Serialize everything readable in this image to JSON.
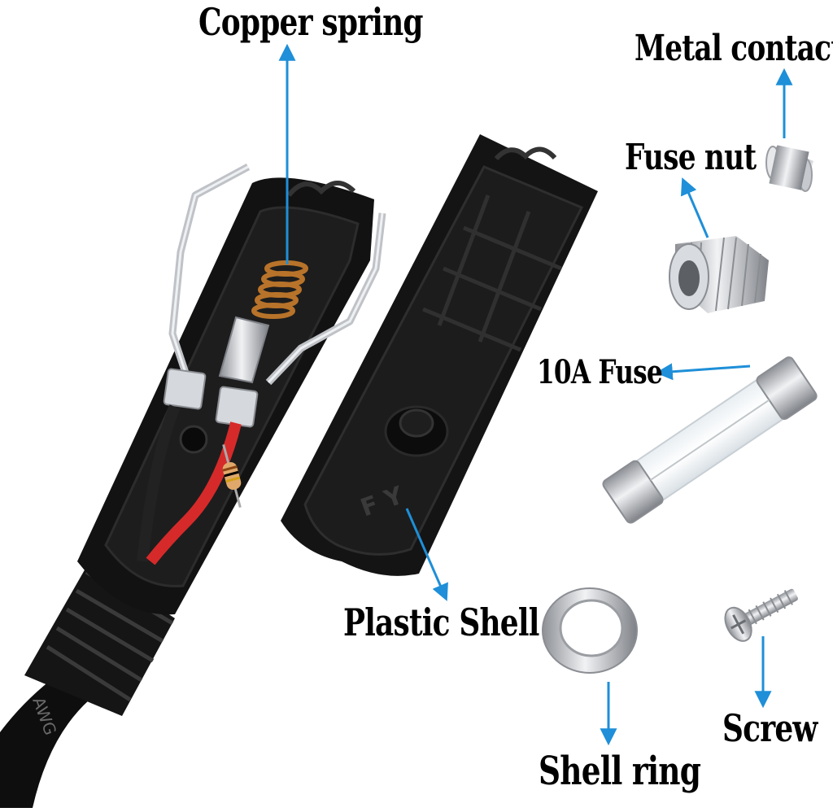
{
  "labels": {
    "copper_spring": "Copper spring",
    "metal_contact": "Metal contact",
    "fuse_nut": "Fuse nut",
    "fuse": "10A Fuse",
    "plastic_shell": "Plastic Shell",
    "screw": "Screw",
    "shell_ring": "Shell ring"
  },
  "cable_marking": "AWG",
  "shell_marking": "F Y",
  "colors": {
    "arrow": "#1e8fd8",
    "plastic": "#121212",
    "metal": "#c9ccd1",
    "copper": "#b8732a",
    "red_wire": "#d62a2a"
  }
}
